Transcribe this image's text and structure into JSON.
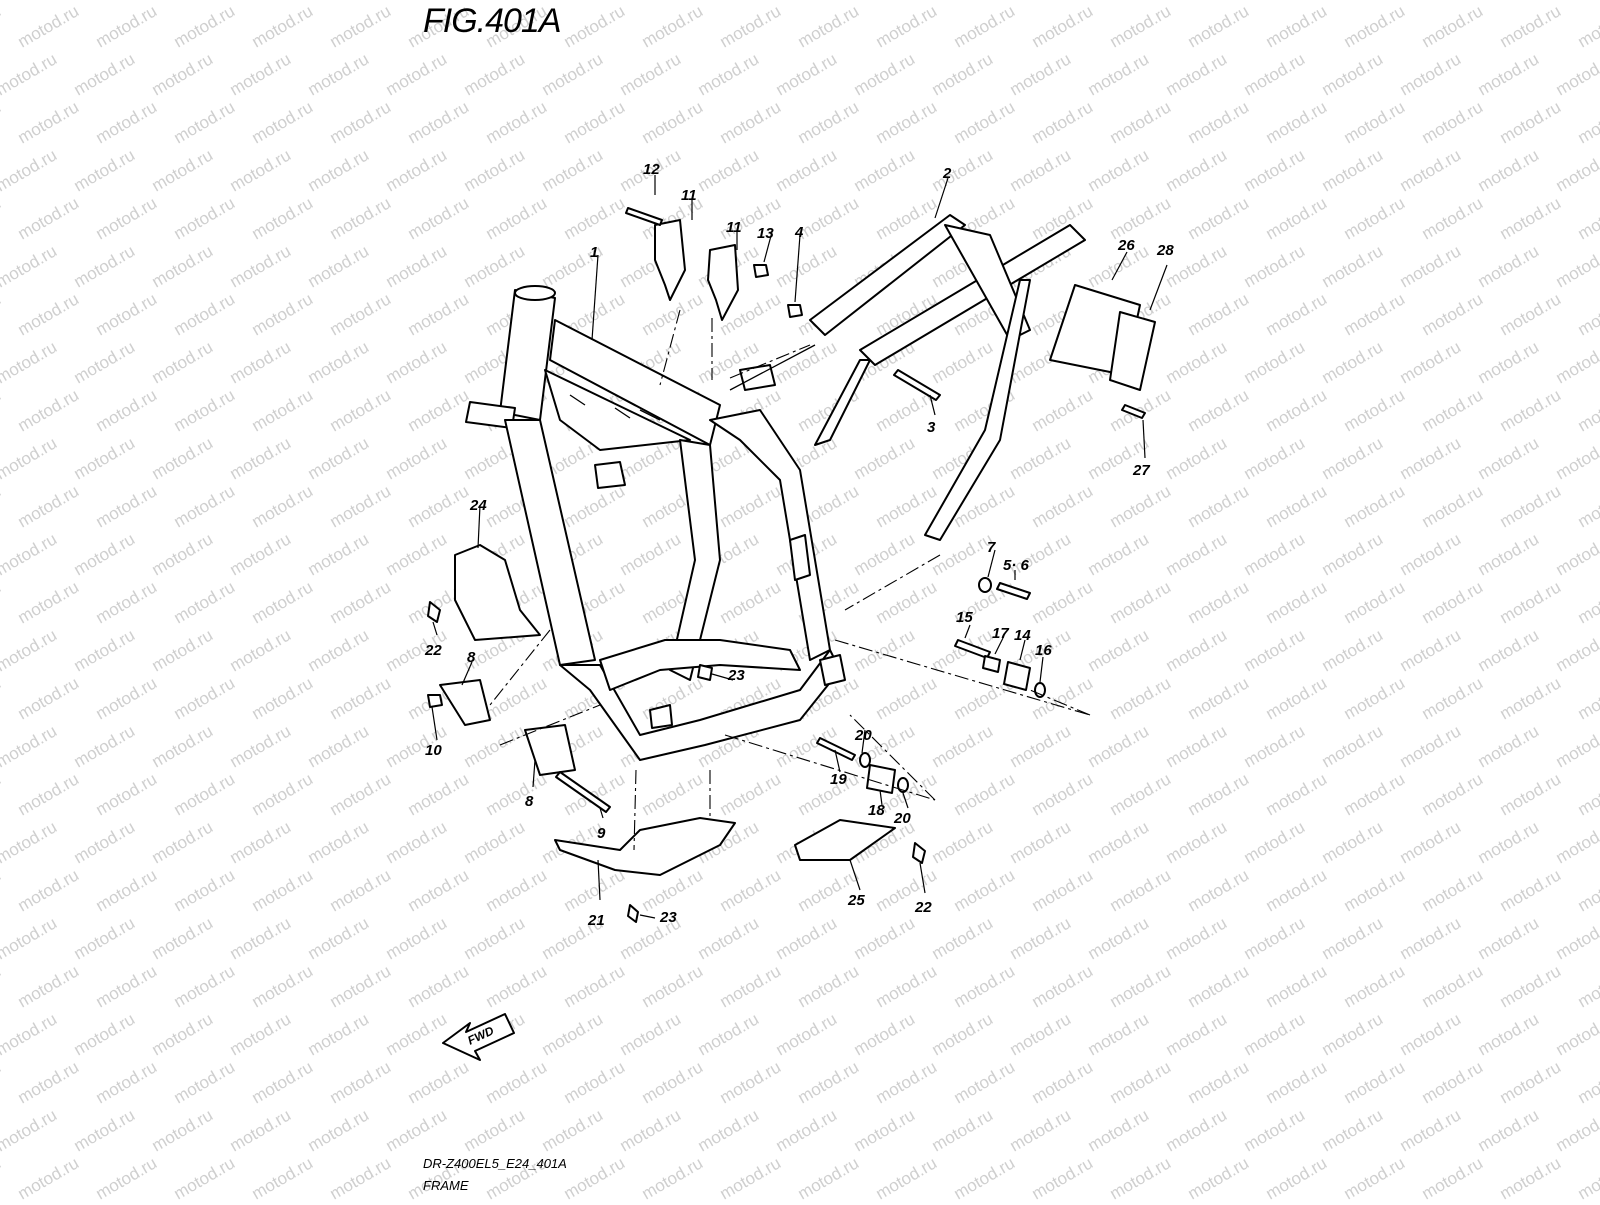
{
  "figure": {
    "title": "FIG.401A",
    "code": "DR-Z400EL5_E24_401A",
    "name": "FRAME",
    "watermark": "motod.ru",
    "direction_label": "FWD"
  },
  "callouts": [
    "1",
    "2",
    "3",
    "4",
    "5· 6",
    "7",
    "8",
    "8",
    "9",
    "10",
    "11",
    "11",
    "12",
    "13",
    "14",
    "15",
    "16",
    "17",
    "18",
    "19",
    "20",
    "20",
    "21",
    "22",
    "22",
    "23",
    "23",
    "24",
    "25",
    "26",
    "27",
    "28"
  ]
}
